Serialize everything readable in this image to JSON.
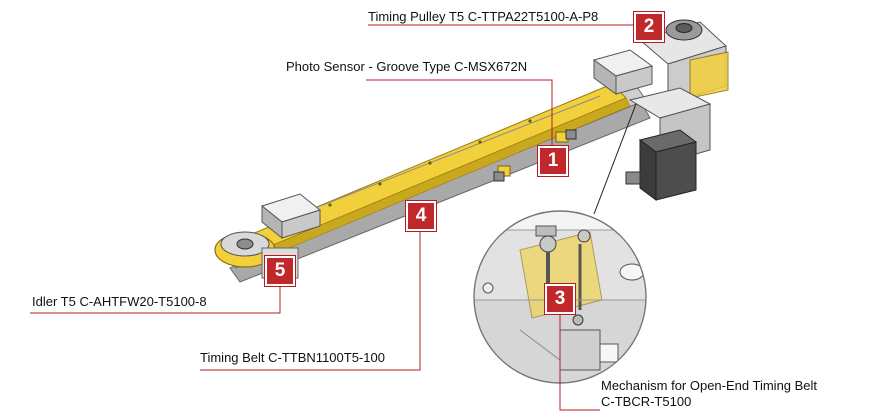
{
  "callouts": [
    {
      "number": "1",
      "label": "Photo Sensor - Groove Type C-MSX672N"
    },
    {
      "number": "2",
      "label": "Timing Pulley T5 C-TTPA22T5100-A-P8"
    },
    {
      "number": "3",
      "label_line1": "Mechanism for Open-End Timing Belt",
      "label_line2": "C-TBCR-T5100"
    },
    {
      "number": "4",
      "label": "Timing Belt  C-TTBN1100T5-100"
    },
    {
      "number": "5",
      "label": "Idler T5  C-AHTFW20-T5100-8"
    }
  ],
  "colors": {
    "belt": "#f2d03b",
    "frame": "#bdbdbd",
    "badge": "#c0282b",
    "leader": "#b31e22"
  }
}
